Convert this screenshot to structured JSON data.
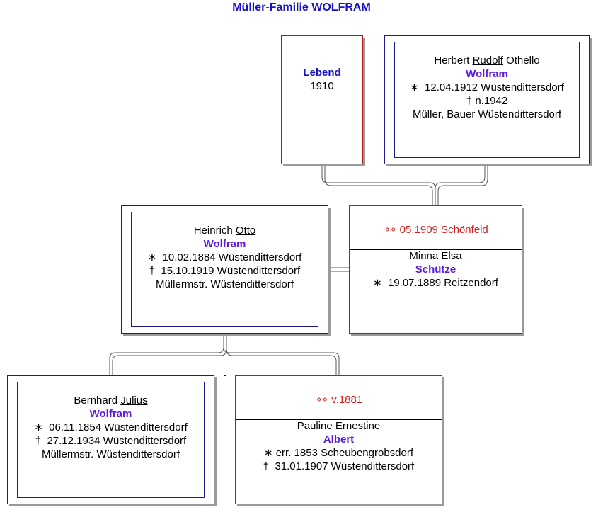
{
  "title": "Müller-Familie WOLFRAM",
  "parents": {
    "mother": {
      "label": "Lebend",
      "year": "1910"
    },
    "father": {
      "first": "Herbert",
      "call": "Rudolf",
      "middle": "Othello",
      "surname": "Wolfram",
      "birth": "12.04.1912 Wüstendittersdorf",
      "death": "n.1942",
      "occupation": "Müller, Bauer Wüstendittersdorf"
    }
  },
  "gen2": {
    "husband": {
      "first": "Heinrich",
      "call": "Otto",
      "surname": "Wolfram",
      "birth": "10.02.1884 Wüstendittersdorf",
      "death": "15.10.1919 Wüstendittersdorf",
      "occupation": "Müllermstr. Wüstendittersdorf"
    },
    "marriage": "05.1909 Schönfeld",
    "wife": {
      "first": "Minna Elsa",
      "surname": "Schütze",
      "birth": "19.07.1889 Reitzendorf"
    }
  },
  "gen3": {
    "husband": {
      "first": "Bernhard",
      "call": "Julius",
      "surname": "Wolfram",
      "birth": "06.11.1854 Wüstendittersdorf",
      "death": "27.12.1934 Wüstendittersdorf",
      "occupation": "Müllermstr. Wüstendittersdorf"
    },
    "marriage": "v.1881",
    "wife": {
      "first": "Pauline Ernestine",
      "surname": "Albert",
      "birth": "err. 1853 Scheubengrobsdorf",
      "death": "31.01.1907 Wüstendittersdorf"
    }
  },
  "symbols": {
    "birth": "∗",
    "death": "†",
    "marriage": "⚭"
  },
  "colors": {
    "male_border": "#1c1c8c",
    "female_border": "#b01c1c",
    "surname": "#5a1ae0",
    "title": "#1a12c8",
    "marriage": "#d21e1e"
  }
}
